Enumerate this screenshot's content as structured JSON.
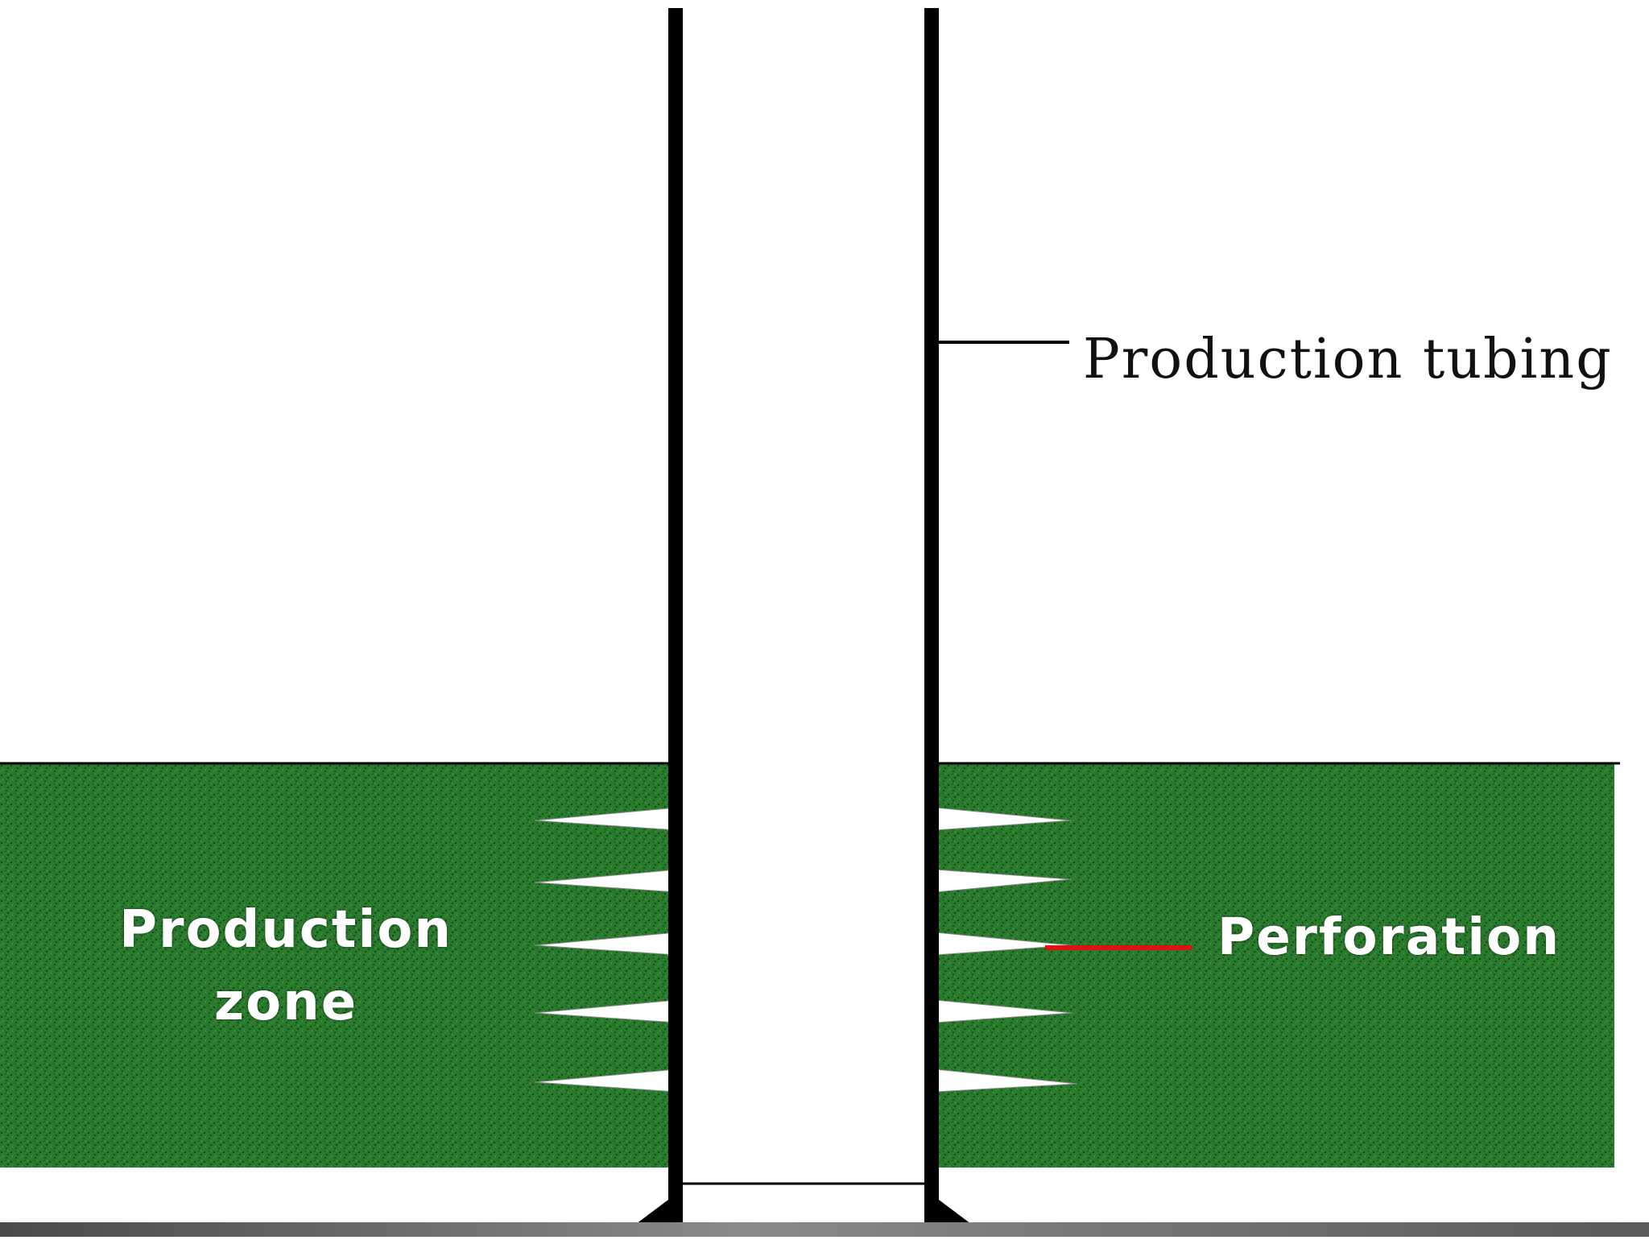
{
  "labels": {
    "production_tubing": "Production tubing",
    "production_zone_line1": "Production",
    "production_zone_line2": "zone",
    "perforation": "Perforation"
  },
  "colors": {
    "formation_green": "#2a7a2d",
    "formation_speckle": "#0f4a13",
    "wall": "#000000",
    "perforation_leader": "#e01010",
    "perforation_tunnel": "#ffffff",
    "bottom_bar": "#6f6f6f"
  },
  "perforations": {
    "left_count": 5,
    "right_count": 5
  }
}
